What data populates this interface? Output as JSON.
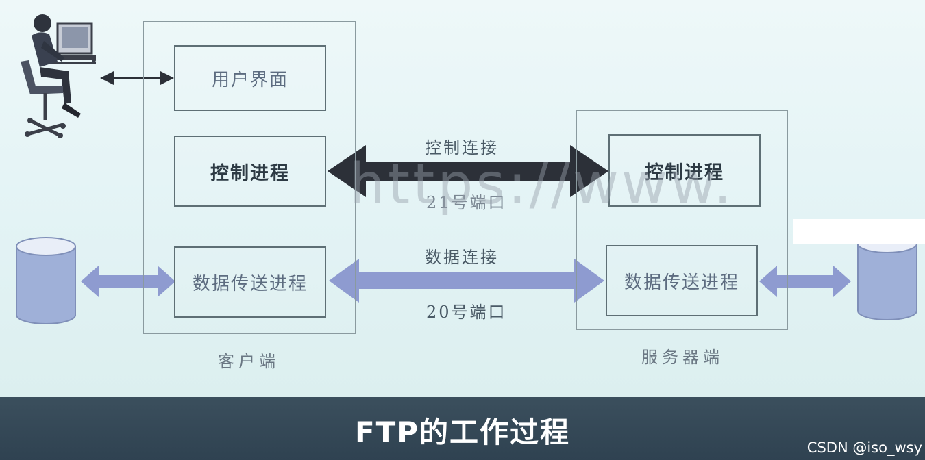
{
  "client": {
    "frame_label": "客户端",
    "boxes": {
      "ui": "用户界面",
      "control": "控制进程",
      "data": "数据传送进程"
    }
  },
  "server": {
    "frame_label": "服务器端",
    "boxes": {
      "control": "控制进程",
      "data": "数据传送进程"
    }
  },
  "connections": {
    "control_label": "控制连接",
    "control_port": "21号端口",
    "data_label": "数据连接",
    "data_port": "20号端口"
  },
  "watermark_url": "https://www.",
  "banner": {
    "title": "FTP的工作过程"
  },
  "credit": "CSDN @iso_wsy",
  "colors": {
    "control_arrow": "#2c3038",
    "data_arrow": "#8e9bd0",
    "banner": "#34495a"
  }
}
